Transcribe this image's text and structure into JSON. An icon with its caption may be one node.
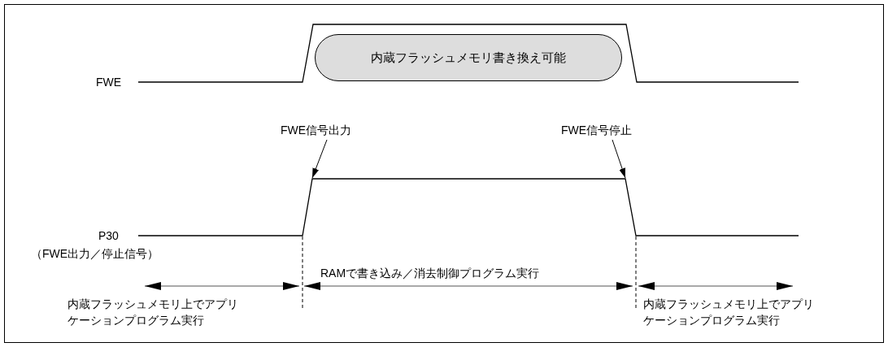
{
  "diagram": {
    "nodes": [
      {
        "text": [
          "内蔵フラッシュメモリ書き換え可能"
        ]
      },
      {
        "text": [
          "FWE信号出力"
        ]
      },
      {
        "text": [
          "FWE信号停止"
        ]
      },
      {
        "text": [],
        "shape": "line"
      }
    ],
    "edges": [
      {
        "from": 1,
        "to": 3,
        "arrow": "to"
      },
      {
        "from": 2,
        "to": 3,
        "arrow": "to"
      }
    ],
    "labels": [
      "FWE",
      "P30",
      "（FWE出力／停止信号）",
      "RAMで書き込み／消去制御プログラム実行",
      "内蔵フラッシュメモリ上でアプリケーションプログラム実行",
      "内蔵フラッシュメモリ上でアプリケーションプログラム実行"
    ]
  }
}
